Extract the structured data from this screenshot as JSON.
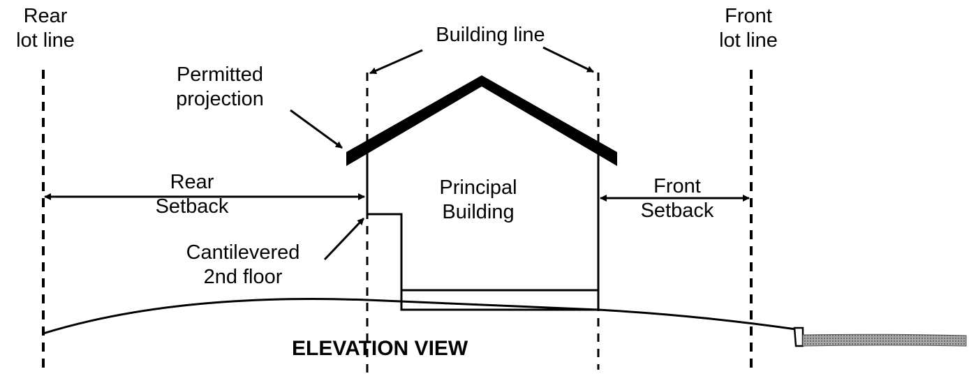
{
  "diagram": {
    "title": "ELEVATION VIEW",
    "labels": {
      "rear_lot_line": [
        "Rear",
        "lot line"
      ],
      "front_lot_line": [
        "Front",
        "lot line"
      ],
      "building_line": "Building line",
      "permitted_projection": [
        "Permitted",
        "projection"
      ],
      "rear_setback": [
        "Rear",
        "Setback"
      ],
      "front_setback": [
        "Front",
        "Setback"
      ],
      "principal_building": [
        "Principal",
        "Building"
      ],
      "cantilevered": [
        "Cantilevered",
        "2nd floor"
      ]
    },
    "colors": {
      "ink": "#000000",
      "street_fill": "#9a9a9a",
      "background": "#ffffff"
    }
  }
}
